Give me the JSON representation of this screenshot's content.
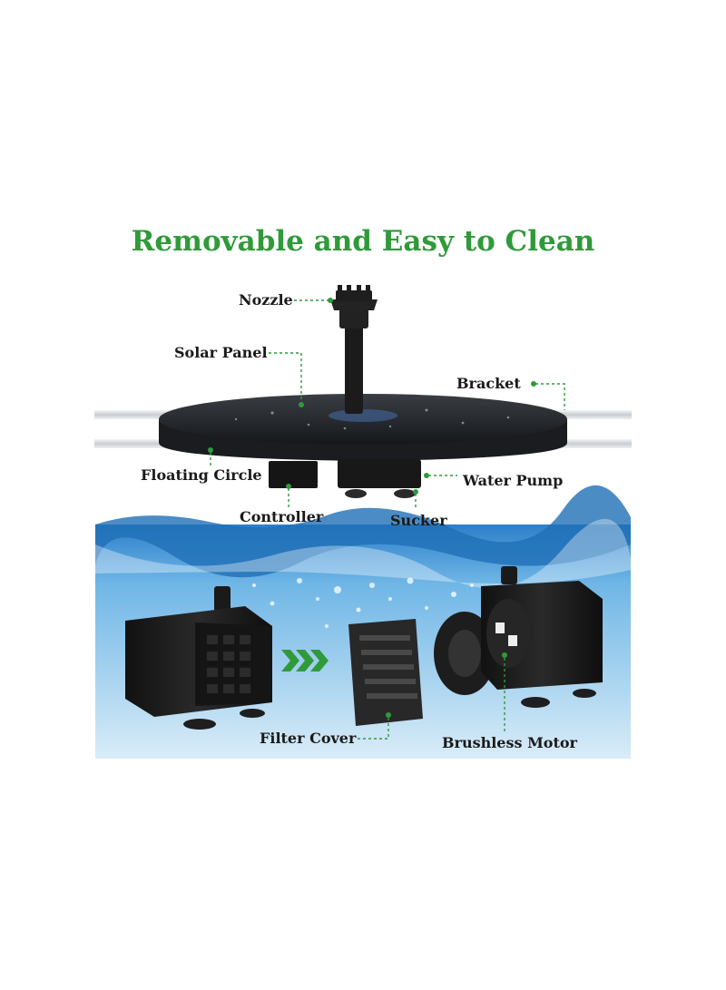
{
  "title": "Removable and Easy to Clean",
  "colors": {
    "accent_green": "#2f9a3a",
    "water_blue": "#3f9ad8",
    "product_black": "#1c1c1c"
  },
  "labels": {
    "nozzle": "Nozzle",
    "solar_panel": "Solar Panel",
    "bracket": "Bracket",
    "floating_circle": "Floating Circle",
    "water_pump": "Water Pump",
    "controller": "Controller",
    "sucker": "Sucker",
    "filter_cover": "Filter Cover",
    "brushless_motor": "Brushless Motor"
  },
  "icons": [
    "triple-chevron-right-icon"
  ]
}
